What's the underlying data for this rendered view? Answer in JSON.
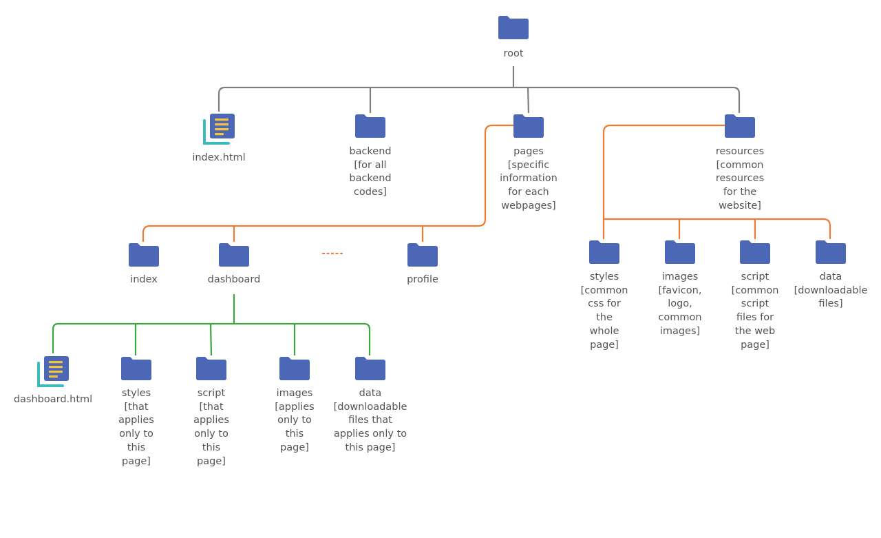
{
  "colors": {
    "folder": "#4B67B5",
    "file_body": "#4B67B5",
    "file_lines": "#F3C340",
    "file_shadow": "#3CBCB8",
    "root_links": "#7F7F7F",
    "pages_links": "#EE7B30",
    "resources_links": "#EE7B30",
    "dashboard_links": "#3EA63E",
    "label": "#555555"
  },
  "nodes": {
    "root": {
      "icon": "folder-icon",
      "label": "root"
    },
    "index_html": {
      "icon": "html-file-icon",
      "label": "index.html"
    },
    "backend": {
      "icon": "folder-icon",
      "label": "backend\n[for all\nbackend\ncodes]"
    },
    "pages": {
      "icon": "folder-icon",
      "label": "pages\n[specific\ninformation\nfor each\nwebpages]"
    },
    "resources": {
      "icon": "folder-icon",
      "label": "resources\n[common\nresources\nfor the\nwebsite]"
    },
    "pages_index": {
      "icon": "folder-icon",
      "label": "index"
    },
    "pages_dashboard": {
      "icon": "folder-icon",
      "label": "dashboard"
    },
    "pages_profile": {
      "icon": "folder-icon",
      "label": "profile"
    },
    "res_styles": {
      "icon": "folder-icon",
      "label": "styles\n[common\ncss for\nthe\nwhole\npage]"
    },
    "res_images": {
      "icon": "folder-icon",
      "label": "images\n[favicon,\nlogo,\ncommon\nimages]"
    },
    "res_script": {
      "icon": "folder-icon",
      "label": "script\n[common\nscript\nfiles for\nthe web\npage]"
    },
    "res_data": {
      "icon": "folder-icon",
      "label": "data\n[downloadable\nfiles]"
    },
    "dashboard_html": {
      "icon": "html-file-icon",
      "label": "dashboard.html"
    },
    "dash_styles": {
      "icon": "folder-icon",
      "label": "styles\n[that\napplies\nonly to\nthis\npage]"
    },
    "dash_script": {
      "icon": "folder-icon",
      "label": "script\n[that\napplies\nonly to\nthis\npage]"
    },
    "dash_images": {
      "icon": "folder-icon",
      "label": "images\n[applies\nonly to\nthis\npage]"
    },
    "dash_data": {
      "icon": "folder-icon",
      "label": "data\n[downloadable\nfiles  that\napplies only to\nthis page]"
    }
  },
  "ellipsis": {
    "icon": "dashed-ellipsis"
  }
}
